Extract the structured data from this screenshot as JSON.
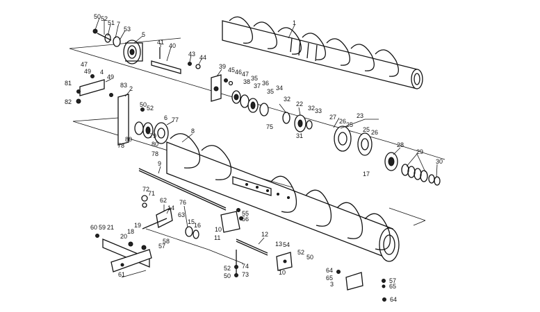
{
  "diagram": {
    "labels": {
      "l1": "1",
      "l2": "2",
      "l3": "3",
      "l4": "4",
      "l5": "5",
      "l6": "6",
      "l7": "7",
      "l8": "8",
      "l9": "9",
      "l10a": "10",
      "l10b": "10",
      "l11": "11",
      "l12": "12",
      "l13": "13",
      "l14": "14",
      "l15": "15",
      "l16": "16",
      "l17": "17",
      "l18": "18",
      "l19": "19",
      "l20": "20",
      "l21": "21",
      "l22": "22",
      "l23": "23",
      "l25a": "25",
      "l25b": "25",
      "l26a": "26",
      "l26b": "26",
      "l27": "27",
      "l28": "28",
      "l29": "29",
      "l30": "30",
      "l31": "31",
      "l32a": "32",
      "l32b": "32",
      "l33": "33",
      "l34": "34",
      "l35a": "35",
      "l35b": "35",
      "l36": "36",
      "l37": "37",
      "l38": "38",
      "l39": "39",
      "l40": "40",
      "l41": "41",
      "l43": "43",
      "l44": "44",
      "l45": "45",
      "l46": "46",
      "l47a": "47",
      "l47b": "47",
      "l49a": "49",
      "l49b": "49",
      "l50a": "50",
      "l50b": "50",
      "l50c": "50",
      "l50d": "50",
      "l51": "51",
      "l52a": "52",
      "l52b": "52",
      "l52c": "52",
      "l52d": "52",
      "l53": "53",
      "l54": "54",
      "l55": "55",
      "l56": "56",
      "l57a": "57",
      "l57b": "57",
      "l58": "58",
      "l59": "59",
      "l60": "60",
      "l61": "61",
      "l62": "62",
      "l63": "63",
      "l64a": "64",
      "l64b": "64",
      "l65a": "65",
      "l65b": "65",
      "l71": "71",
      "l72": "72",
      "l73": "73",
      "l74": "74",
      "l75": "75",
      "l76": "76",
      "l77": "77",
      "l78a": "78",
      "l78b": "78",
      "l79": "79",
      "l80a": "80",
      "l80b": "80",
      "l81": "81",
      "l82": "82",
      "l83": "83"
    }
  }
}
